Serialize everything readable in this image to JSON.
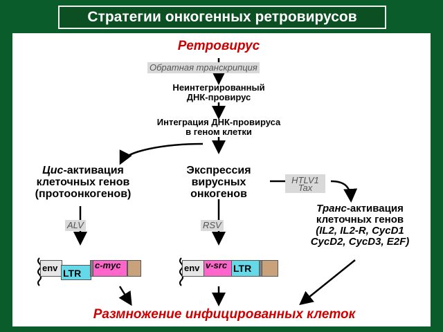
{
  "title": "Стратегии онкогенных ретровирусов",
  "retrovirus": "Ретровирус",
  "reverse_transcription": "Обратная транскрипция",
  "unintegrated": [
    "Неинтегрированный",
    "ДНК-провирус"
  ],
  "integration": [
    "Интеграция ДНК-провируса",
    "в геном клетки"
  ],
  "cis": {
    "prefix": "Цис",
    "line1_rest": "-активация",
    "line2": "клеточных генов",
    "line3": "(протоонкогенов)"
  },
  "expression": [
    "Экспрессия",
    "вирусных",
    "онкогенов"
  ],
  "htlv": [
    "HTLV1",
    "Tax"
  ],
  "trans": {
    "prefix": "Транс",
    "line1_rest": "-активация",
    "line2": "клеточных генов",
    "line3": "(IL2, IL2-R, CycD1",
    "line4": "CycD2, CycD3, E2F)"
  },
  "alv": "ALV",
  "rsv": "RSV",
  "left_construct": {
    "env": "env",
    "ltr": "LTR",
    "onc": "c-myc"
  },
  "right_construct": {
    "env": "env",
    "onc": "v-src",
    "ltr": "LTR"
  },
  "bottom": "Размножение инфицированных клеток",
  "colors": {
    "background": "#0a5d2a",
    "title_bar": "#0b4f23",
    "red_text": "#cc0000",
    "ltr": "#66d9e8",
    "onc": "#ff66cc",
    "tan": "#c8a27a",
    "dark": "#808080",
    "light": "#e6e6e6"
  }
}
